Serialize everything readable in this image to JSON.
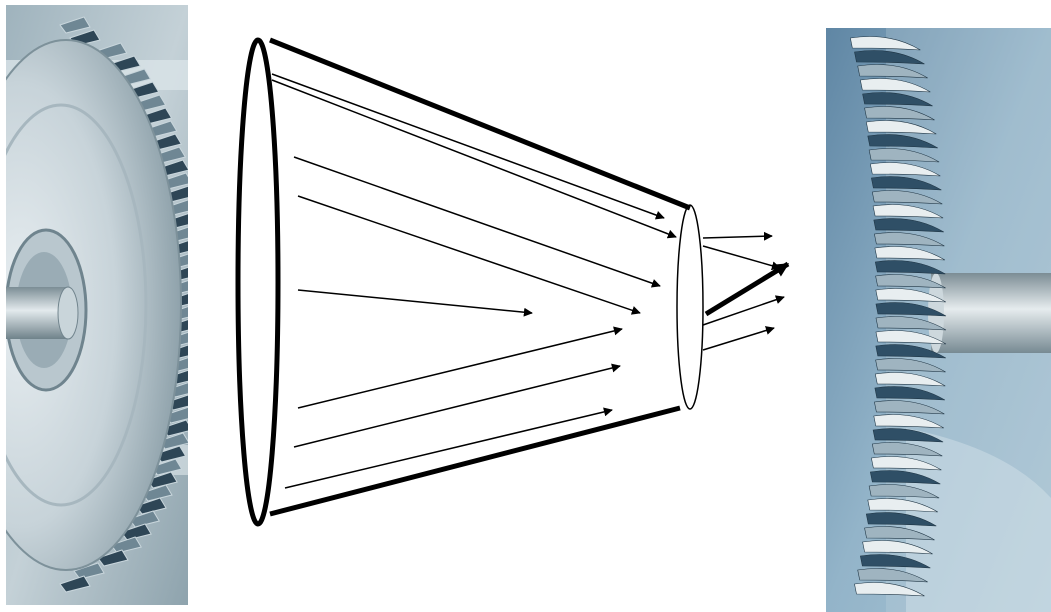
{
  "figure": {
    "description_free": true,
    "left_image": "compressor-rotor-disc",
    "right_image": "turbine-rotor-stage",
    "diagram": "converging-nozzle-flow"
  },
  "colors": {
    "background": "#ffffff",
    "stroke": "#000000",
    "steel_light": "#c9d4d9",
    "steel_mid": "#9fb0b8",
    "steel_dark": "#5d7380",
    "sky": "#8fb2c8",
    "blade_dark": "#2f4f66"
  },
  "icons": {
    "left": "compressor-disc-icon",
    "right": "turbine-blades-icon"
  }
}
